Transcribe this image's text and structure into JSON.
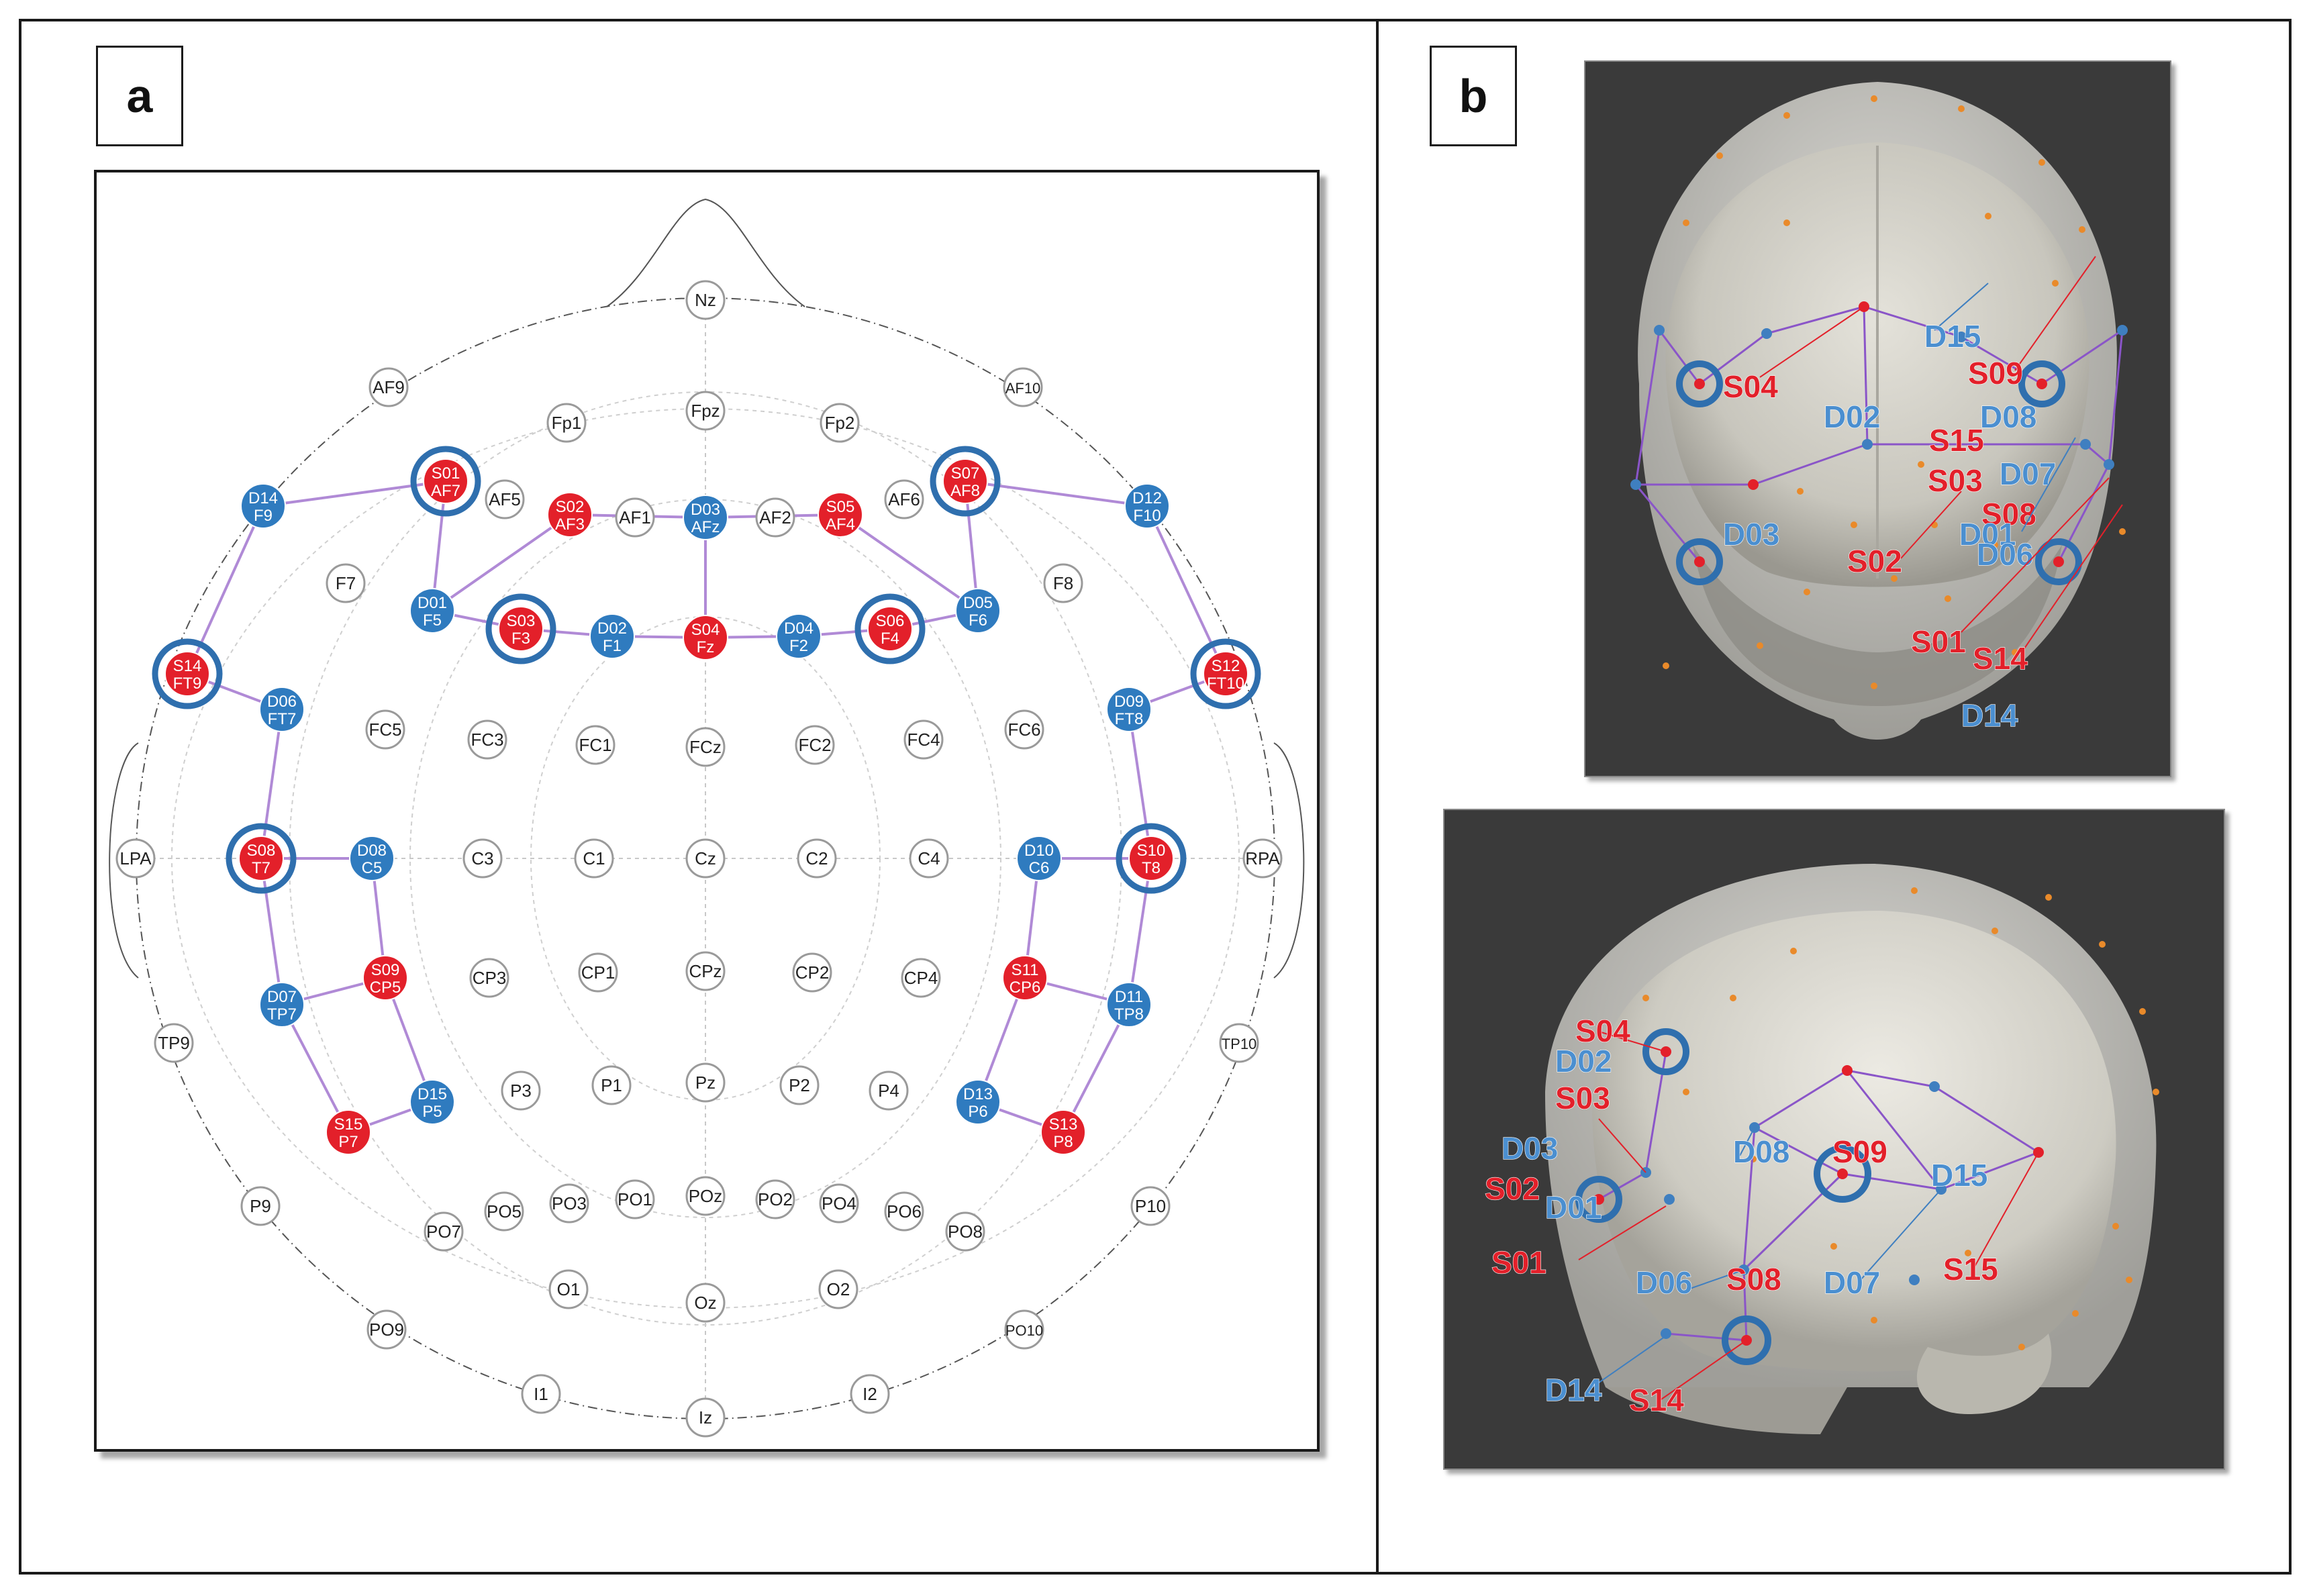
{
  "panels": {
    "a_label": "a",
    "b_label": "b"
  },
  "colors": {
    "source": "#e3202a",
    "detector": "#2f7bbf",
    "channel": "#b08ad6",
    "ring": "#2f6fae",
    "eeg_fill": "#ffffff",
    "eeg_stroke": "#9a9a9a"
  },
  "montage": {
    "eeg_positions": [
      "Nz",
      "AF9",
      "AF10",
      "Fp1",
      "Fpz",
      "Fp2",
      "AF5",
      "AF1",
      "AF2",
      "AF6",
      "F7",
      "F8",
      "FC5",
      "FC3",
      "FC1",
      "FCz",
      "FC2",
      "FC4",
      "FC6",
      "LPA",
      "C3",
      "C1",
      "Cz",
      "C2",
      "C4",
      "RPA",
      "CP3",
      "CP1",
      "CPz",
      "CP2",
      "CP4",
      "TP9",
      "TP10",
      "P3",
      "P1",
      "Pz",
      "P2",
      "P4",
      "P9",
      "P10",
      "PO7",
      "PO5",
      "PO3",
      "PO1",
      "POz",
      "PO2",
      "PO4",
      "PO6",
      "PO8",
      "O1",
      "Oz",
      "O2",
      "PO9",
      "PO10",
      "I1",
      "Iz",
      "I2"
    ],
    "sources": [
      {
        "id": "S01",
        "pos": "AF7",
        "ring": true
      },
      {
        "id": "S02",
        "pos": "AF3",
        "ring": false
      },
      {
        "id": "S03",
        "pos": "F3",
        "ring": true
      },
      {
        "id": "S04",
        "pos": "Fz",
        "ring": false
      },
      {
        "id": "S05",
        "pos": "AF4",
        "ring": false
      },
      {
        "id": "S06",
        "pos": "F4",
        "ring": true
      },
      {
        "id": "S07",
        "pos": "AF8",
        "ring": true
      },
      {
        "id": "S08",
        "pos": "T7",
        "ring": true
      },
      {
        "id": "S09",
        "pos": "CP5",
        "ring": false
      },
      {
        "id": "S10",
        "pos": "T8",
        "ring": true
      },
      {
        "id": "S11",
        "pos": "CP6",
        "ring": false
      },
      {
        "id": "S12",
        "pos": "FT10",
        "ring": true
      },
      {
        "id": "S13",
        "pos": "P8",
        "ring": false
      },
      {
        "id": "S14",
        "pos": "FT9",
        "ring": true
      },
      {
        "id": "S15",
        "pos": "P7",
        "ring": false
      }
    ],
    "detectors": [
      {
        "id": "D01",
        "pos": "F5"
      },
      {
        "id": "D02",
        "pos": "F1"
      },
      {
        "id": "D03",
        "pos": "AFz"
      },
      {
        "id": "D04",
        "pos": "F2"
      },
      {
        "id": "D05",
        "pos": "F6"
      },
      {
        "id": "D06",
        "pos": "FT7"
      },
      {
        "id": "D07",
        "pos": "TP7"
      },
      {
        "id": "D08",
        "pos": "C5"
      },
      {
        "id": "D09",
        "pos": "FT8"
      },
      {
        "id": "D10",
        "pos": "C6"
      },
      {
        "id": "D11",
        "pos": "TP8"
      },
      {
        "id": "D12",
        "pos": "F10"
      },
      {
        "id": "D13",
        "pos": "P6"
      },
      {
        "id": "D14",
        "pos": "F9"
      },
      {
        "id": "D15",
        "pos": "P5"
      }
    ]
  },
  "render_front": {
    "labels": [
      {
        "text": "S04",
        "type": "source"
      },
      {
        "text": "D02",
        "type": "detector"
      },
      {
        "text": "D15",
        "type": "detector"
      },
      {
        "text": "S09",
        "type": "source"
      },
      {
        "text": "D08",
        "type": "detector"
      },
      {
        "text": "S15",
        "type": "source"
      },
      {
        "text": "S03",
        "type": "source"
      },
      {
        "text": "D07",
        "type": "detector"
      },
      {
        "text": "D03",
        "type": "detector"
      },
      {
        "text": "S08",
        "type": "source"
      },
      {
        "text": "D01",
        "type": "detector"
      },
      {
        "text": "D06",
        "type": "detector"
      },
      {
        "text": "S02",
        "type": "source"
      },
      {
        "text": "S01",
        "type": "source"
      },
      {
        "text": "S14",
        "type": "source"
      },
      {
        "text": "D14",
        "type": "detector"
      }
    ]
  },
  "render_side": {
    "labels": [
      {
        "text": "S04",
        "type": "source"
      },
      {
        "text": "D02",
        "type": "detector"
      },
      {
        "text": "S03",
        "type": "source"
      },
      {
        "text": "D03",
        "type": "detector"
      },
      {
        "text": "S02",
        "type": "source"
      },
      {
        "text": "D01",
        "type": "detector"
      },
      {
        "text": "S01",
        "type": "source"
      },
      {
        "text": "D08",
        "type": "detector"
      },
      {
        "text": "S09",
        "type": "source"
      },
      {
        "text": "D15",
        "type": "detector"
      },
      {
        "text": "D06",
        "type": "detector"
      },
      {
        "text": "S08",
        "type": "source"
      },
      {
        "text": "D07",
        "type": "detector"
      },
      {
        "text": "S15",
        "type": "source"
      },
      {
        "text": "D14",
        "type": "detector"
      },
      {
        "text": "S14",
        "type": "source"
      }
    ]
  }
}
